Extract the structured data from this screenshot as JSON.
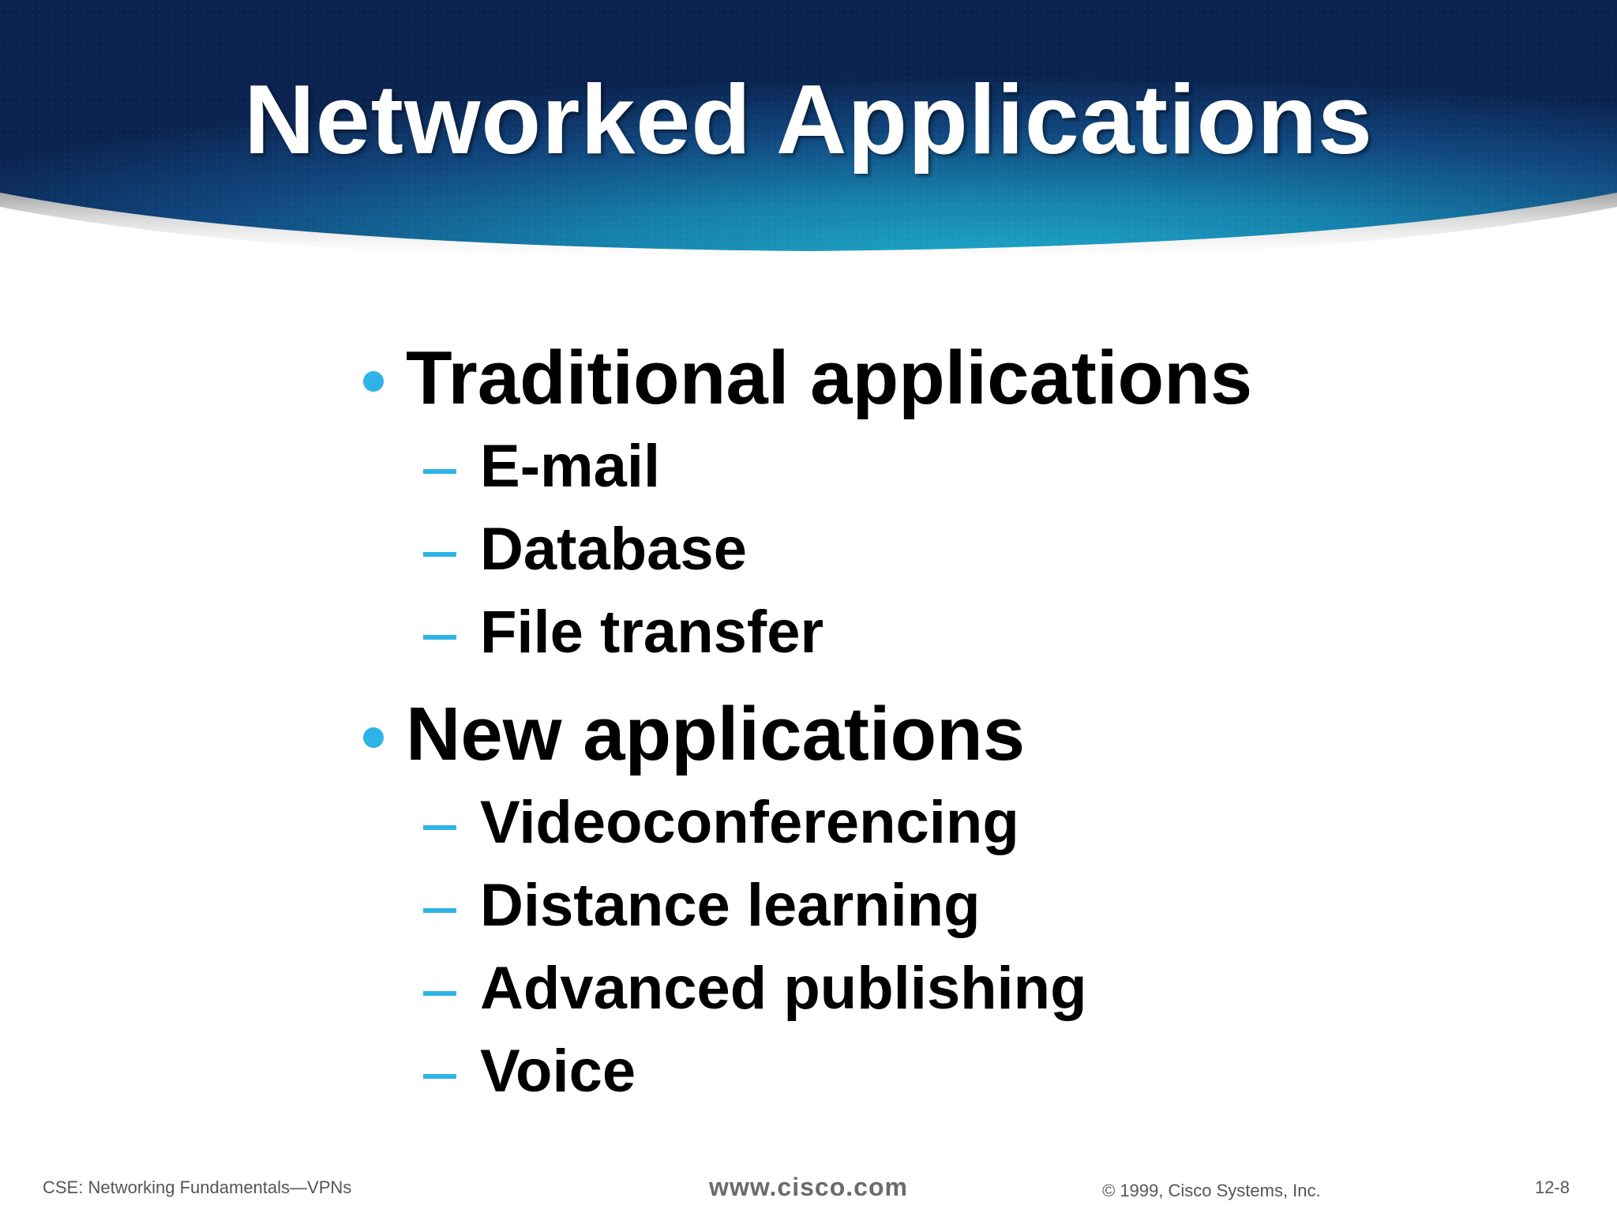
{
  "slide": {
    "title": "Networked Applications",
    "bullets": [
      {
        "text": "Traditional applications",
        "subitems": [
          "E-mail",
          "Database",
          "File transfer"
        ]
      },
      {
        "text": "New applications",
        "subitems": [
          "Videoconferencing",
          "Distance learning",
          "Advanced publishing",
          "Voice"
        ]
      }
    ]
  },
  "footer": {
    "course": "CSE: Networking Fundamentals—VPNs",
    "website": "www.cisco.com",
    "copyright": "© 1999, Cisco Systems, Inc.",
    "page_number": "12-8"
  },
  "colors": {
    "bullet_accent": "#2fb3e6",
    "banner_dark": "#0d2f5e",
    "banner_light": "#1a8fb8",
    "title_text": "#ffffff",
    "body_text": "#000000"
  }
}
